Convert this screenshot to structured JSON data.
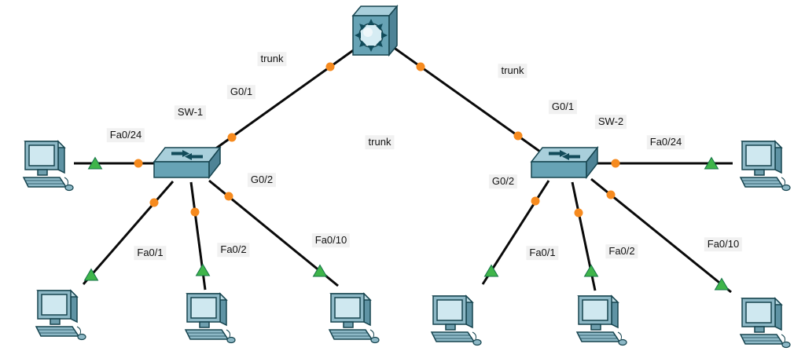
{
  "diagram_type": "network-topology",
  "labels": {
    "sw1_name": "SW-1",
    "sw2_name": "SW-2",
    "trunk_router_sw1": "trunk",
    "trunk_router_sw2": "trunk",
    "trunk_middle": "trunk",
    "sw1_g01": "G0/1",
    "sw2_g01": "G0/1",
    "sw1_g02": "G0/2",
    "sw2_g02": "G0/2",
    "sw1_fa024": "Fa0/24",
    "sw2_fa024": "Fa0/24",
    "sw1_fa01": "Fa0/1",
    "sw2_fa01": "Fa0/1",
    "sw1_fa02": "Fa0/2",
    "sw2_fa02": "Fa0/2",
    "sw1_fa010": "Fa0/10",
    "sw2_fa010": "Fa0/10"
  },
  "devices": {
    "central": {
      "kind": "router"
    },
    "sw1": {
      "kind": "switch",
      "name": "SW-1"
    },
    "sw2": {
      "kind": "switch",
      "name": "SW-2"
    },
    "pc_count": 8
  },
  "topology": {
    "links": [
      {
        "from": "central-router",
        "to": "SW-1",
        "to_port": "G0/1",
        "annotation": "trunk"
      },
      {
        "from": "central-router",
        "to": "SW-2",
        "to_port": "G0/1",
        "annotation": "trunk"
      },
      {
        "from": "SW-1",
        "from_port": "Fa0/24",
        "to": "pc-left"
      },
      {
        "from": "SW-1",
        "from_port": "Fa0/1",
        "to": "pc-bottom-left-1"
      },
      {
        "from": "SW-1",
        "from_port": "Fa0/2",
        "to": "pc-bottom-left-2"
      },
      {
        "from": "SW-1",
        "from_port": "Fa0/10",
        "to": "pc-bottom-left-3"
      },
      {
        "from": "SW-2",
        "from_port": "Fa0/24",
        "to": "pc-right"
      },
      {
        "from": "SW-2",
        "from_port": "Fa0/1",
        "to": "pc-bottom-right-1"
      },
      {
        "from": "SW-2",
        "from_port": "Fa0/2",
        "to": "pc-bottom-right-2"
      },
      {
        "from": "SW-2",
        "from_port": "Fa0/10",
        "to": "pc-bottom-right-3"
      }
    ],
    "other_visible_port_labels": [
      "G0/2",
      "G0/2"
    ],
    "middle_annotation": "trunk"
  },
  "colors": {
    "background": "#ffffff",
    "link_line": "#0a0a0a",
    "port_status_dot": "#f68a1e",
    "link_up_triangle": "#3fb54a",
    "device_fill": "#67a3b5",
    "device_light": "#a9cfdb",
    "label_bg": "#f1f1f1"
  }
}
